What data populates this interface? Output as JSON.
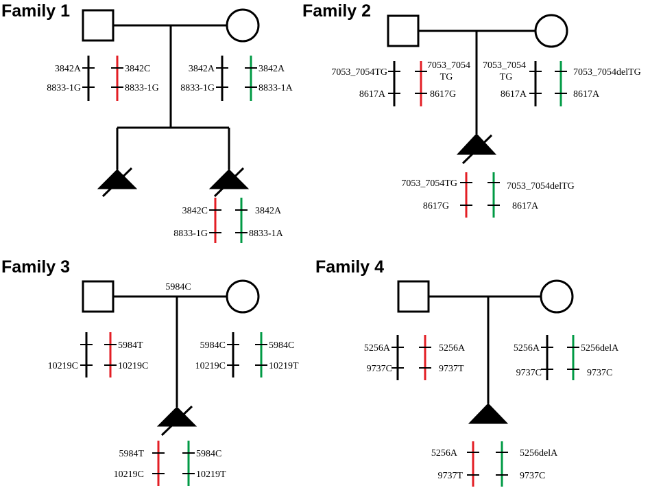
{
  "colors": {
    "black": "#000000",
    "red": "#e31e24",
    "green": "#009a44"
  },
  "families": [
    {
      "title": "Family 1",
      "father_left": {
        "top": "3842A",
        "bottom": "8833-1G"
      },
      "father_right": {
        "top": "3842C",
        "bottom": "8833-1G"
      },
      "mother_left": {
        "top": "3842A",
        "bottom": "8833-1G"
      },
      "mother_right": {
        "top": "3842A",
        "bottom": "8833-1A"
      },
      "child_left": {
        "top": "3842C",
        "bottom": "8833-1G"
      },
      "child_right": {
        "top": "3842A",
        "bottom": "8833-1A"
      }
    },
    {
      "title": "Family 2",
      "father_left": {
        "top": "7053_7054TG",
        "bottom": "8617A"
      },
      "father_right": {
        "top_line1": "7053_7054",
        "top_line2": "TG",
        "bottom": "8617G"
      },
      "mother_left": {
        "top_line1": "7053_7054",
        "top_line2": "TG",
        "bottom": "8617A"
      },
      "mother_right": {
        "top": "7053_7054delTG",
        "bottom": "8617A"
      },
      "child_left": {
        "top": "7053_7054TG",
        "bottom": "8617G"
      },
      "child_right": {
        "top": "7053_7054delTG",
        "bottom": "8617A"
      }
    },
    {
      "title": "Family 3",
      "mating_label": "5984C",
      "father_left": {
        "bottom": "10219C"
      },
      "father_right": {
        "top": "5984T",
        "bottom": "10219C"
      },
      "mother_left": {
        "top": "5984C",
        "bottom": "10219C"
      },
      "mother_right": {
        "top": "5984C",
        "bottom": "10219T"
      },
      "child_left": {
        "top": "5984T",
        "bottom": "10219C"
      },
      "child_right": {
        "top": "5984C",
        "bottom": "10219T"
      }
    },
    {
      "title": "Family 4",
      "father_left": {
        "top": "5256A",
        "bottom": "9737C"
      },
      "father_right": {
        "top": "5256A",
        "bottom": "9737T"
      },
      "mother_left": {
        "top": "5256A",
        "bottom": "9737C"
      },
      "mother_right": {
        "top": "5256delA",
        "bottom": "9737C"
      },
      "child_left": {
        "top": "5256A",
        "bottom": "9737T"
      },
      "child_right": {
        "top": "5256delA",
        "bottom": "9737C"
      }
    }
  ]
}
